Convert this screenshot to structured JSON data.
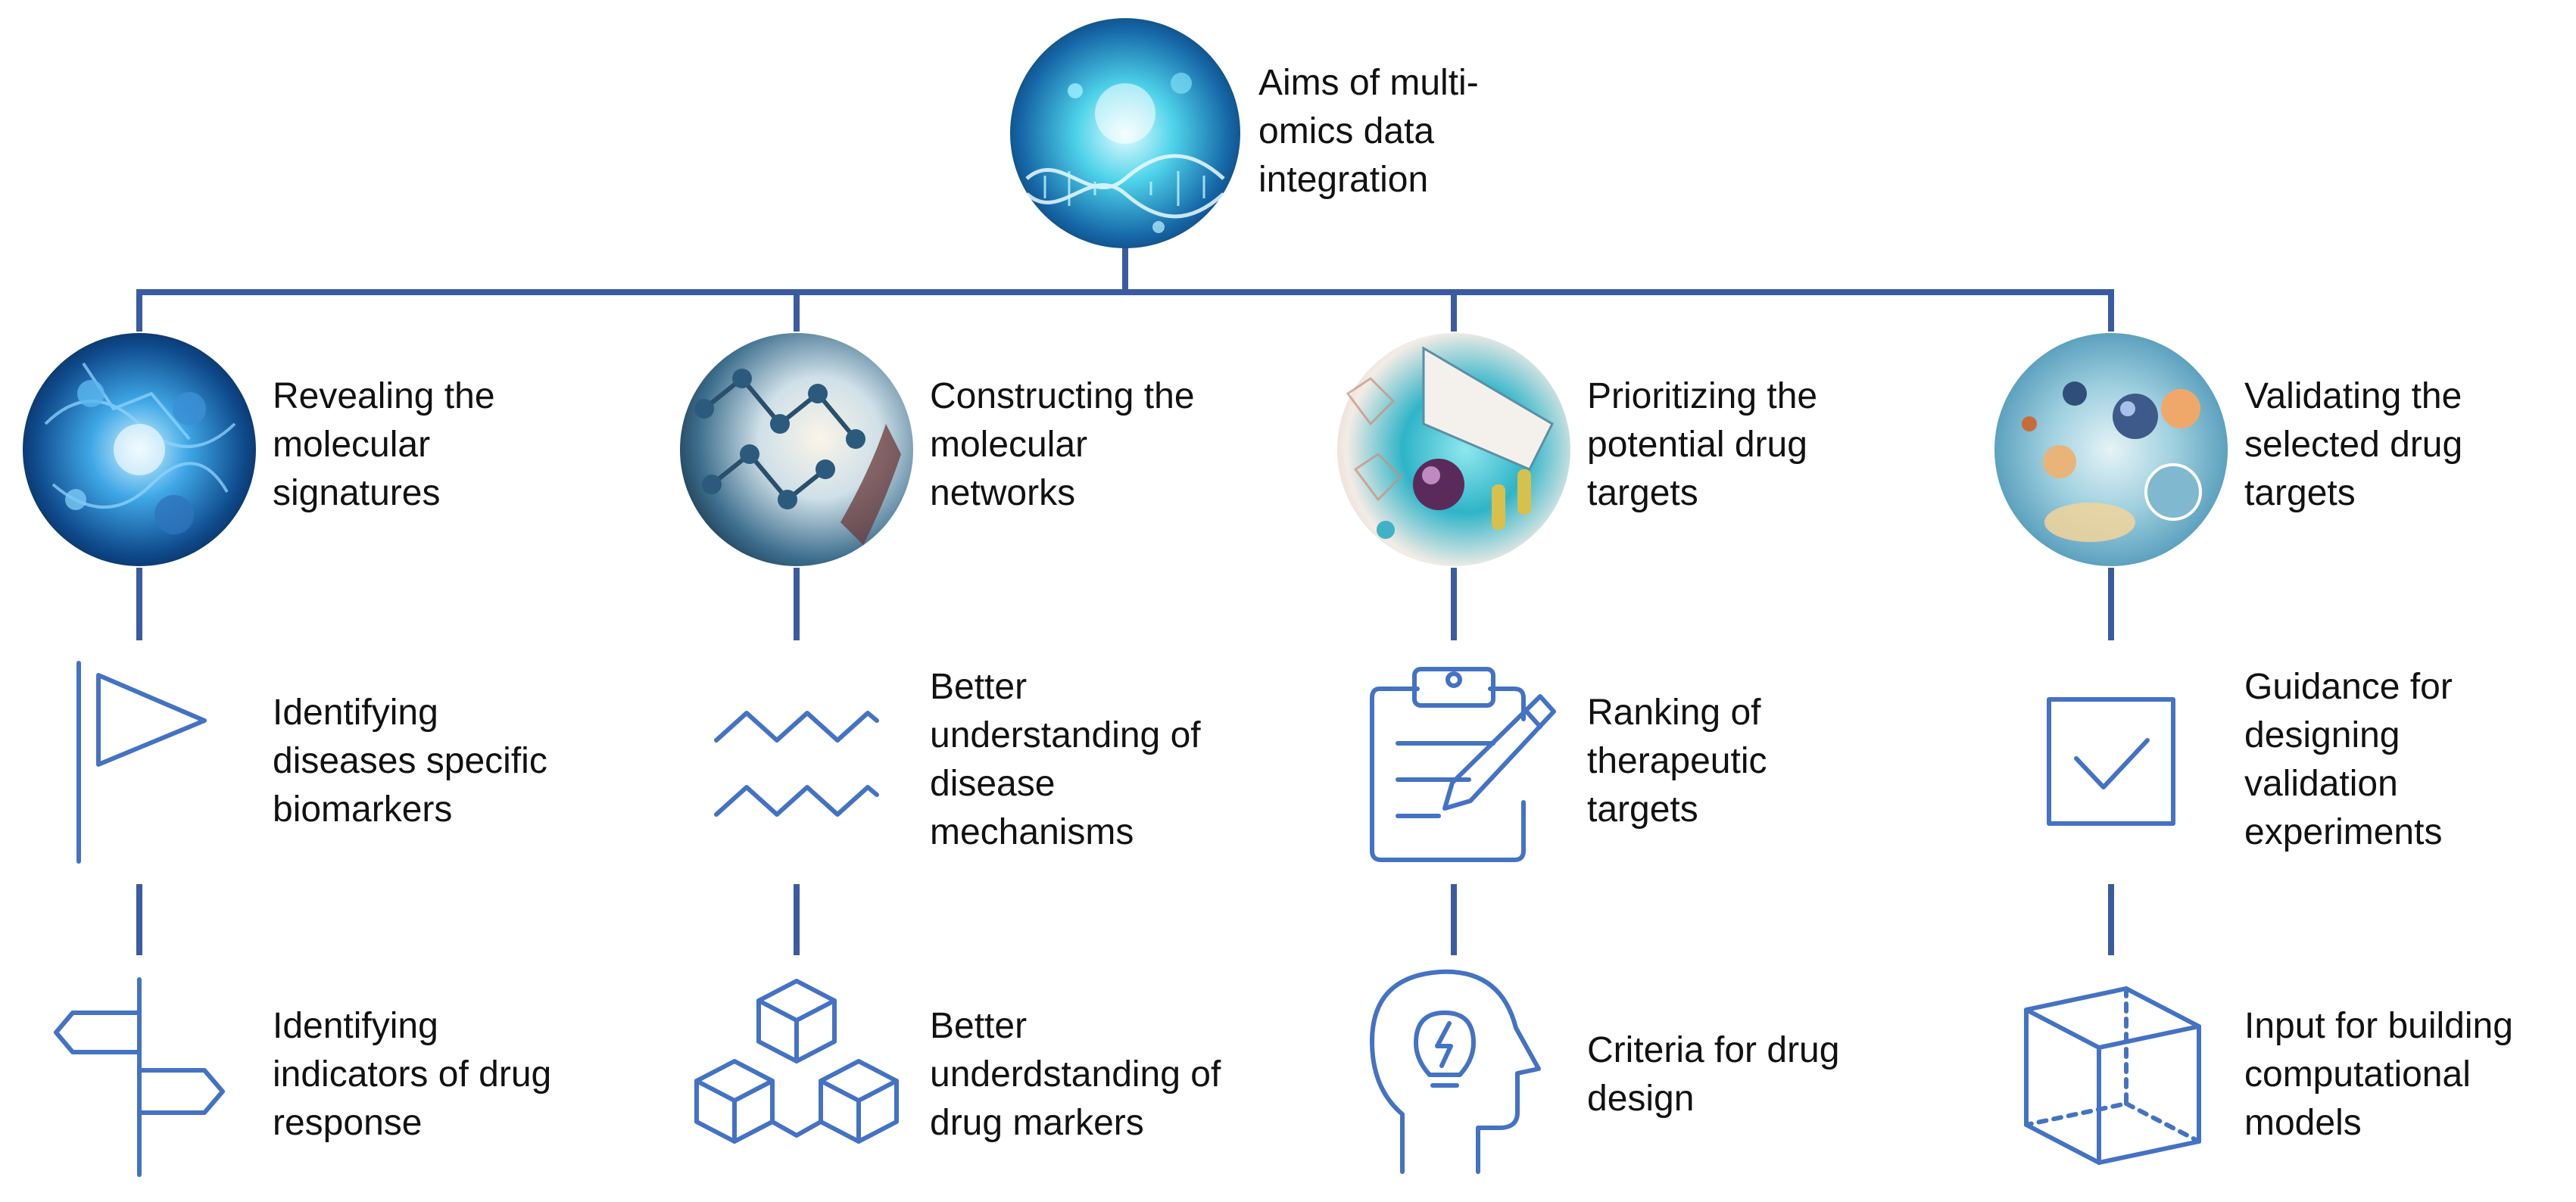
{
  "root": {
    "lines": [
      "Aims of multi-",
      "omics data",
      "integration"
    ],
    "image": "dna-helix-image"
  },
  "columns": [
    {
      "header": [
        "Revealing the",
        "molecular",
        "signatures"
      ],
      "image": "molecular-cells-image",
      "items": [
        {
          "icon": "flag-icon",
          "lines": [
            "Identifying",
            "diseases specific",
            "biomarkers"
          ]
        },
        {
          "icon": "signpost-icon",
          "lines": [
            "Identifying",
            "indicators of drug",
            "response"
          ]
        }
      ]
    },
    {
      "header": [
        "Constructing the",
        "molecular",
        "networks"
      ],
      "image": "molecular-network-image",
      "items": [
        {
          "icon": "zigzag-lines-icon",
          "lines": [
            "Better",
            "understanding of",
            "disease",
            "mechanisms"
          ]
        },
        {
          "icon": "stacked-cubes-icon",
          "lines": [
            "Better",
            "underdstanding of",
            "drug markers"
          ]
        }
      ]
    },
    {
      "header": [
        "Prioritizing the",
        "potential drug",
        "targets"
      ],
      "image": "drug-target-image",
      "items": [
        {
          "icon": "clipboard-pencil-icon",
          "lines": [
            "Ranking of",
            "therapeutic",
            "targets"
          ]
        },
        {
          "icon": "head-lightbulb-icon",
          "lines": [
            "Criteria for drug",
            "design"
          ]
        }
      ]
    },
    {
      "header": [
        "Validating the",
        "selected drug",
        "targets"
      ],
      "image": "cells-validation-image",
      "items": [
        {
          "icon": "checkbox-icon",
          "lines": [
            "Guidance for",
            "designing",
            "validation",
            "experiments"
          ]
        },
        {
          "icon": "wireframe-cube-icon",
          "lines": [
            "Input for building",
            "computational",
            "models"
          ]
        }
      ]
    }
  ],
  "colors": {
    "connector": "#3a5ba0",
    "icon_stroke": "#4472c4",
    "text": "#111111"
  }
}
